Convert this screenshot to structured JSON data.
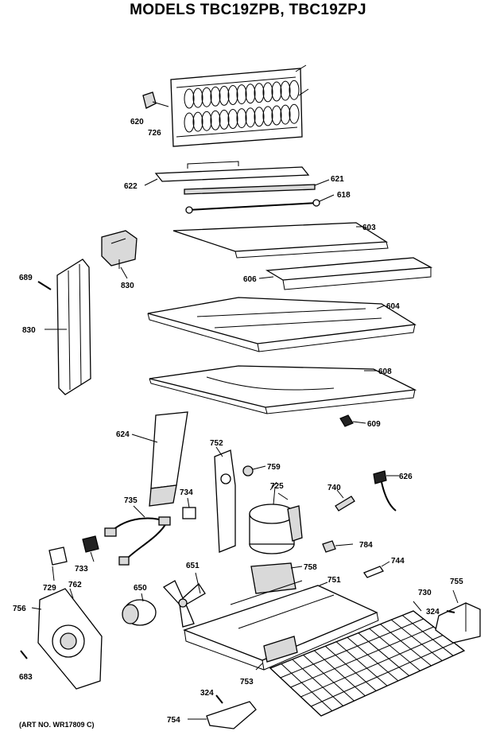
{
  "title": "MODELS TBC19ZPB, TBC19ZPJ",
  "art_no": "(ART NO. WR17809 C)",
  "callouts": [
    {
      "id": "c620",
      "text": "620"
    },
    {
      "id": "c726",
      "text": "726"
    },
    {
      "id": "c622",
      "text": "622"
    },
    {
      "id": "c621",
      "text": "621"
    },
    {
      "id": "c618",
      "text": "618"
    },
    {
      "id": "c603",
      "text": "603"
    },
    {
      "id": "c830a",
      "text": "830"
    },
    {
      "id": "c689",
      "text": "689"
    },
    {
      "id": "c606",
      "text": "606"
    },
    {
      "id": "c830b",
      "text": "830"
    },
    {
      "id": "c604",
      "text": "604"
    },
    {
      "id": "c608",
      "text": "608"
    },
    {
      "id": "c609",
      "text": "609"
    },
    {
      "id": "c624",
      "text": "624"
    },
    {
      "id": "c752",
      "text": "752"
    },
    {
      "id": "c759",
      "text": "759"
    },
    {
      "id": "c725",
      "text": "725"
    },
    {
      "id": "c740",
      "text": "740"
    },
    {
      "id": "c626",
      "text": "626"
    },
    {
      "id": "c735",
      "text": "735"
    },
    {
      "id": "c734",
      "text": "734"
    },
    {
      "id": "c784",
      "text": "784"
    },
    {
      "id": "c733",
      "text": "733"
    },
    {
      "id": "c651",
      "text": "651"
    },
    {
      "id": "c758",
      "text": "758"
    },
    {
      "id": "c744",
      "text": "744"
    },
    {
      "id": "c729",
      "text": "729"
    },
    {
      "id": "c762",
      "text": "762"
    },
    {
      "id": "c650",
      "text": "650"
    },
    {
      "id": "c751",
      "text": "751"
    },
    {
      "id": "c755",
      "text": "755"
    },
    {
      "id": "c730",
      "text": "730"
    },
    {
      "id": "c756",
      "text": "756"
    },
    {
      "id": "c324a",
      "text": "324"
    },
    {
      "id": "c683",
      "text": "683"
    },
    {
      "id": "c753",
      "text": "753"
    },
    {
      "id": "c324b",
      "text": "324"
    },
    {
      "id": "c754",
      "text": "754"
    }
  ]
}
